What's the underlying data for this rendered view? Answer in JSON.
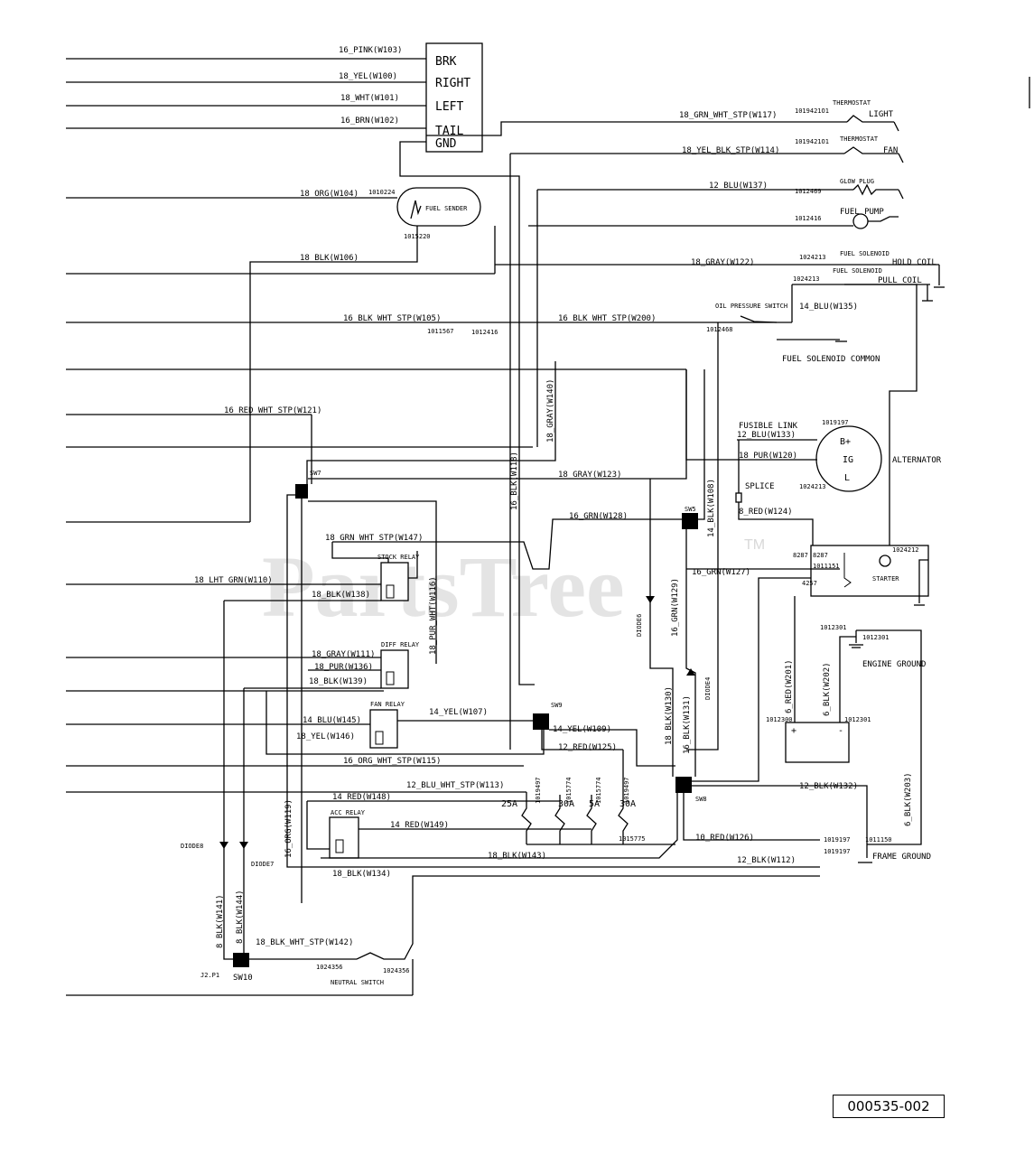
{
  "watermark": {
    "text": "PartsTree",
    "mark": "TM"
  },
  "drawing_number": "000535-002",
  "terminal_block": {
    "labels": [
      "BRK",
      "RIGHT",
      "LEFT",
      "TAIL",
      "GND"
    ]
  },
  "wires": {
    "w103": "16_PINK(W103)",
    "w100": "18_YEL(W100)",
    "w101": "18_WHT(W101)",
    "w102": "16_BRN(W102)",
    "w104": "18_ORG(W104)",
    "w106": "18_BLK(W106)",
    "w105": "16_BLK_WHT_STP(W105)",
    "w200": "16_BLK_WHT_STP(W200)",
    "w121": "16_RED_WHT_STP(W121)",
    "w117": "18_GRN_WHT_STP(W117)",
    "w114": "18_YEL_BLK_STP(W114)",
    "w137": "12_BLU(W137)",
    "w122": "18_GRAY(W122)",
    "w135": "14_BLU(W135)",
    "w140": "18_GRAY(W140)",
    "w118": "16_BLK(W118)",
    "w123": "18_GRAY(W123)",
    "w128": "16_GRN(W128)",
    "w108": "14_BLK(W108)",
    "w133": "12_BLU(W133)",
    "w120": "18_PUR(W120)",
    "w124": "8_RED(W124)",
    "w147": "18_GRN_WHT_STP(W147)",
    "w110": "18_LHT_GRN(W110)",
    "w138a": "18_BLK(W138)",
    "w116": "18_PUR_WHT(W116)",
    "w129": "16_GRN(W129)",
    "w127": "16_GRN(W127)",
    "w111": "18_GRAY(W111)",
    "w136": "18_PUR(W136)",
    "w139": "18_BLK(W139)",
    "w107": "14_YEL(W107)",
    "w145": "14_BLU(W145)",
    "w109": "14_YEL(W109)",
    "w146": "18_YEL(W146)",
    "w125": "12_RED(W125)",
    "w130": "18_BLK(W130)",
    "w131": "16_BLK(W131)",
    "w115": "16_ORG_WHT_STP(W115)",
    "w113": "12_BLU_WHT_STP(W113)",
    "w201": "6_RED(W201)",
    "w202": "6_BLK(W202)",
    "w132": "12_BLK(W132)",
    "w203": "6_BLK(W203)",
    "w148": "14_RED(W148)",
    "w149": "14_RED(W149)",
    "w119": "16_ORG(W119)",
    "w126": "10_RED(W126)",
    "w143": "18_BLK(W143)",
    "w112": "12_BLK(W112)",
    "w134": "18_BLK(W134)",
    "w141": "8_BLK(W141)",
    "w144": "8_BLK(W144)",
    "w142": "18_BLK_WHT_STP(W142)"
  },
  "parts": {
    "p1010224": "1010224",
    "p1015220": "1015220",
    "p1011567": "1011567",
    "p1012416a": "1012416",
    "p1019210a": "1019421O1",
    "p1019210b": "1019421O1",
    "p1012469": "1012469",
    "p1012416b": "1012416",
    "p1024213a": "1024213",
    "p1024213b": "1024213",
    "p1012468": "1012468",
    "p1019197a": "1019197",
    "p1024213c": "1024213",
    "p1024212": "1024212",
    "p1011151": "1011151",
    "p1012301a": "1012301",
    "p1012301b": "1012301",
    "p1012301c": "1012301",
    "p1012300": "1012300",
    "p1019497a": "1019497",
    "p1015774a": "1015774",
    "p1015774b": "1015774",
    "p1019497b": "1019497",
    "p1015775": "1015775",
    "p1019197b": "1019197",
    "p1019197c": "1019197",
    "p1011150": "1011150",
    "p1024356a": "1024356",
    "p1024356b": "1024356",
    "p8287a": "8287",
    "p8287b": "8287",
    "p4257": "4257"
  },
  "components": {
    "light": "LIGHT",
    "fan": "FAN",
    "thermostat1": "THERMOSTAT",
    "thermostat2": "THERMOSTAT",
    "glow_plug": "GLOW PLUG",
    "fuel_pump": "FUEL PUMP",
    "fuel_solenoid1": "FUEL SOLENOID",
    "fuel_solenoid2": "FUEL SOLENOID",
    "hold_coil": "HOLD COIL",
    "pull_coil": "PULL COIL",
    "oil_pressure_switch": "OIL PRESSURE SWITCH",
    "fuel_solenoid_common": "FUEL SOLENOID COMMON",
    "fuel_sender": "FUEL SENDER",
    "fusible_link": "FUSIBLE LINK",
    "alt_b": "B+",
    "alt_ig": "IG",
    "alt_l": "L",
    "alternator": "ALTERNATOR",
    "splice": "SPLICE",
    "starter": "STARTER",
    "stock_relay": "STOCK RELAY",
    "diff_relay": "DIFF RELAY",
    "fan_relay": "FAN RELAY",
    "acc_relay": "ACC RELAY",
    "diode6": "DIODE6",
    "diode4": "DIODE4",
    "diode8": "DIODE8",
    "diode7": "DIODE7",
    "engine_ground": "ENGINE GROUND",
    "frame_ground": "FRAME GROUND",
    "neutral_switch": "NEUTRAL SWITCH",
    "j2p1": "J2.P1",
    "sw7": "SW7",
    "sw5": "SW5",
    "sw9": "SW9",
    "sw8": "SW8",
    "sw10": "SW10",
    "fuse25": "25A",
    "fuse30a": "30A",
    "fuse5": "5A",
    "fuse30b": "30A"
  }
}
